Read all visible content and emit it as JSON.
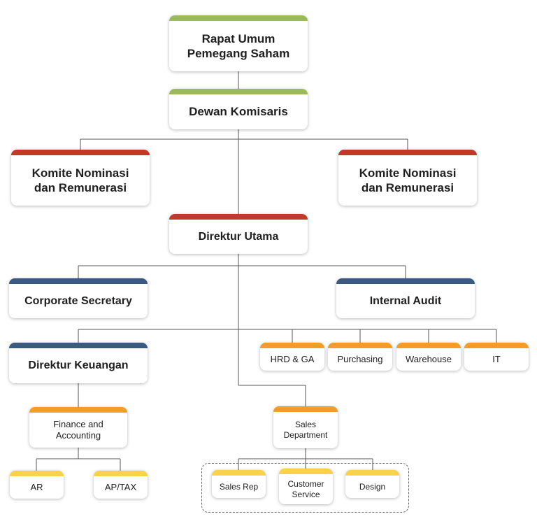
{
  "nodes": {
    "rups": "Rapat Umum\nPemegang Saham",
    "dewan_komisaris": "Dewan Komisaris",
    "komite_left": "Komite Nominasi\ndan Remunerasi",
    "komite_right": "Komite Nominasi\ndan Remunerasi",
    "direktur_utama": "Direktur Utama",
    "corporate_secretary": "Corporate Secretary",
    "internal_audit": "Internal Audit",
    "direktur_keuangan": "Direktur Keuangan",
    "hrd_ga": "HRD & GA",
    "purchasing": "Purchasing",
    "warehouse": "Warehouse",
    "it": "IT",
    "finance_accounting": "Finance and\nAccounting",
    "sales_department": "Sales\nDepartment",
    "ar": "AR",
    "ap_tax": "AP/TAX",
    "sales_rep": "Sales Rep",
    "customer_service": "Customer\nService",
    "design": "Design"
  },
  "colors": {
    "green": "#9bbb59",
    "red": "#c0392b",
    "blue": "#3c5a80",
    "orange": "#f39c2a",
    "yellow": "#f8d24a",
    "connector": "#555555"
  }
}
